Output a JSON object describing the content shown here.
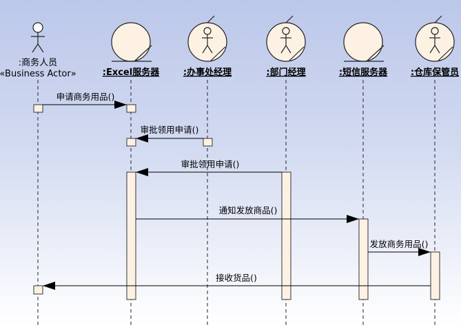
{
  "lifelines": {
    "actor": {
      "name": ":商务人员",
      "stereotype": "«Business Actor»"
    },
    "excel": {
      "name": ":Excel服务器"
    },
    "office": {
      "name": ":办事处经理"
    },
    "dept": {
      "name": ":部门经理"
    },
    "sms": {
      "name": ":短信服务器"
    },
    "warehouse": {
      "name": ":仓库保管员"
    }
  },
  "messages": {
    "m1": "申请商务用品()",
    "m2": "审批领用申请()",
    "m3": "审批领用申请()",
    "m4": "通知发放商品()",
    "m5": "发放商务用品()",
    "m6": "接收货品()"
  },
  "icons": {
    "actor": "stick-figure-icon",
    "entity": "boundary-circle-icon",
    "worker": "business-worker-icon"
  },
  "colors": {
    "background_top": "#bcc8ea",
    "background_bottom": "#ffffff",
    "activation_fill": "#fdf1e4",
    "line": "#000000"
  }
}
